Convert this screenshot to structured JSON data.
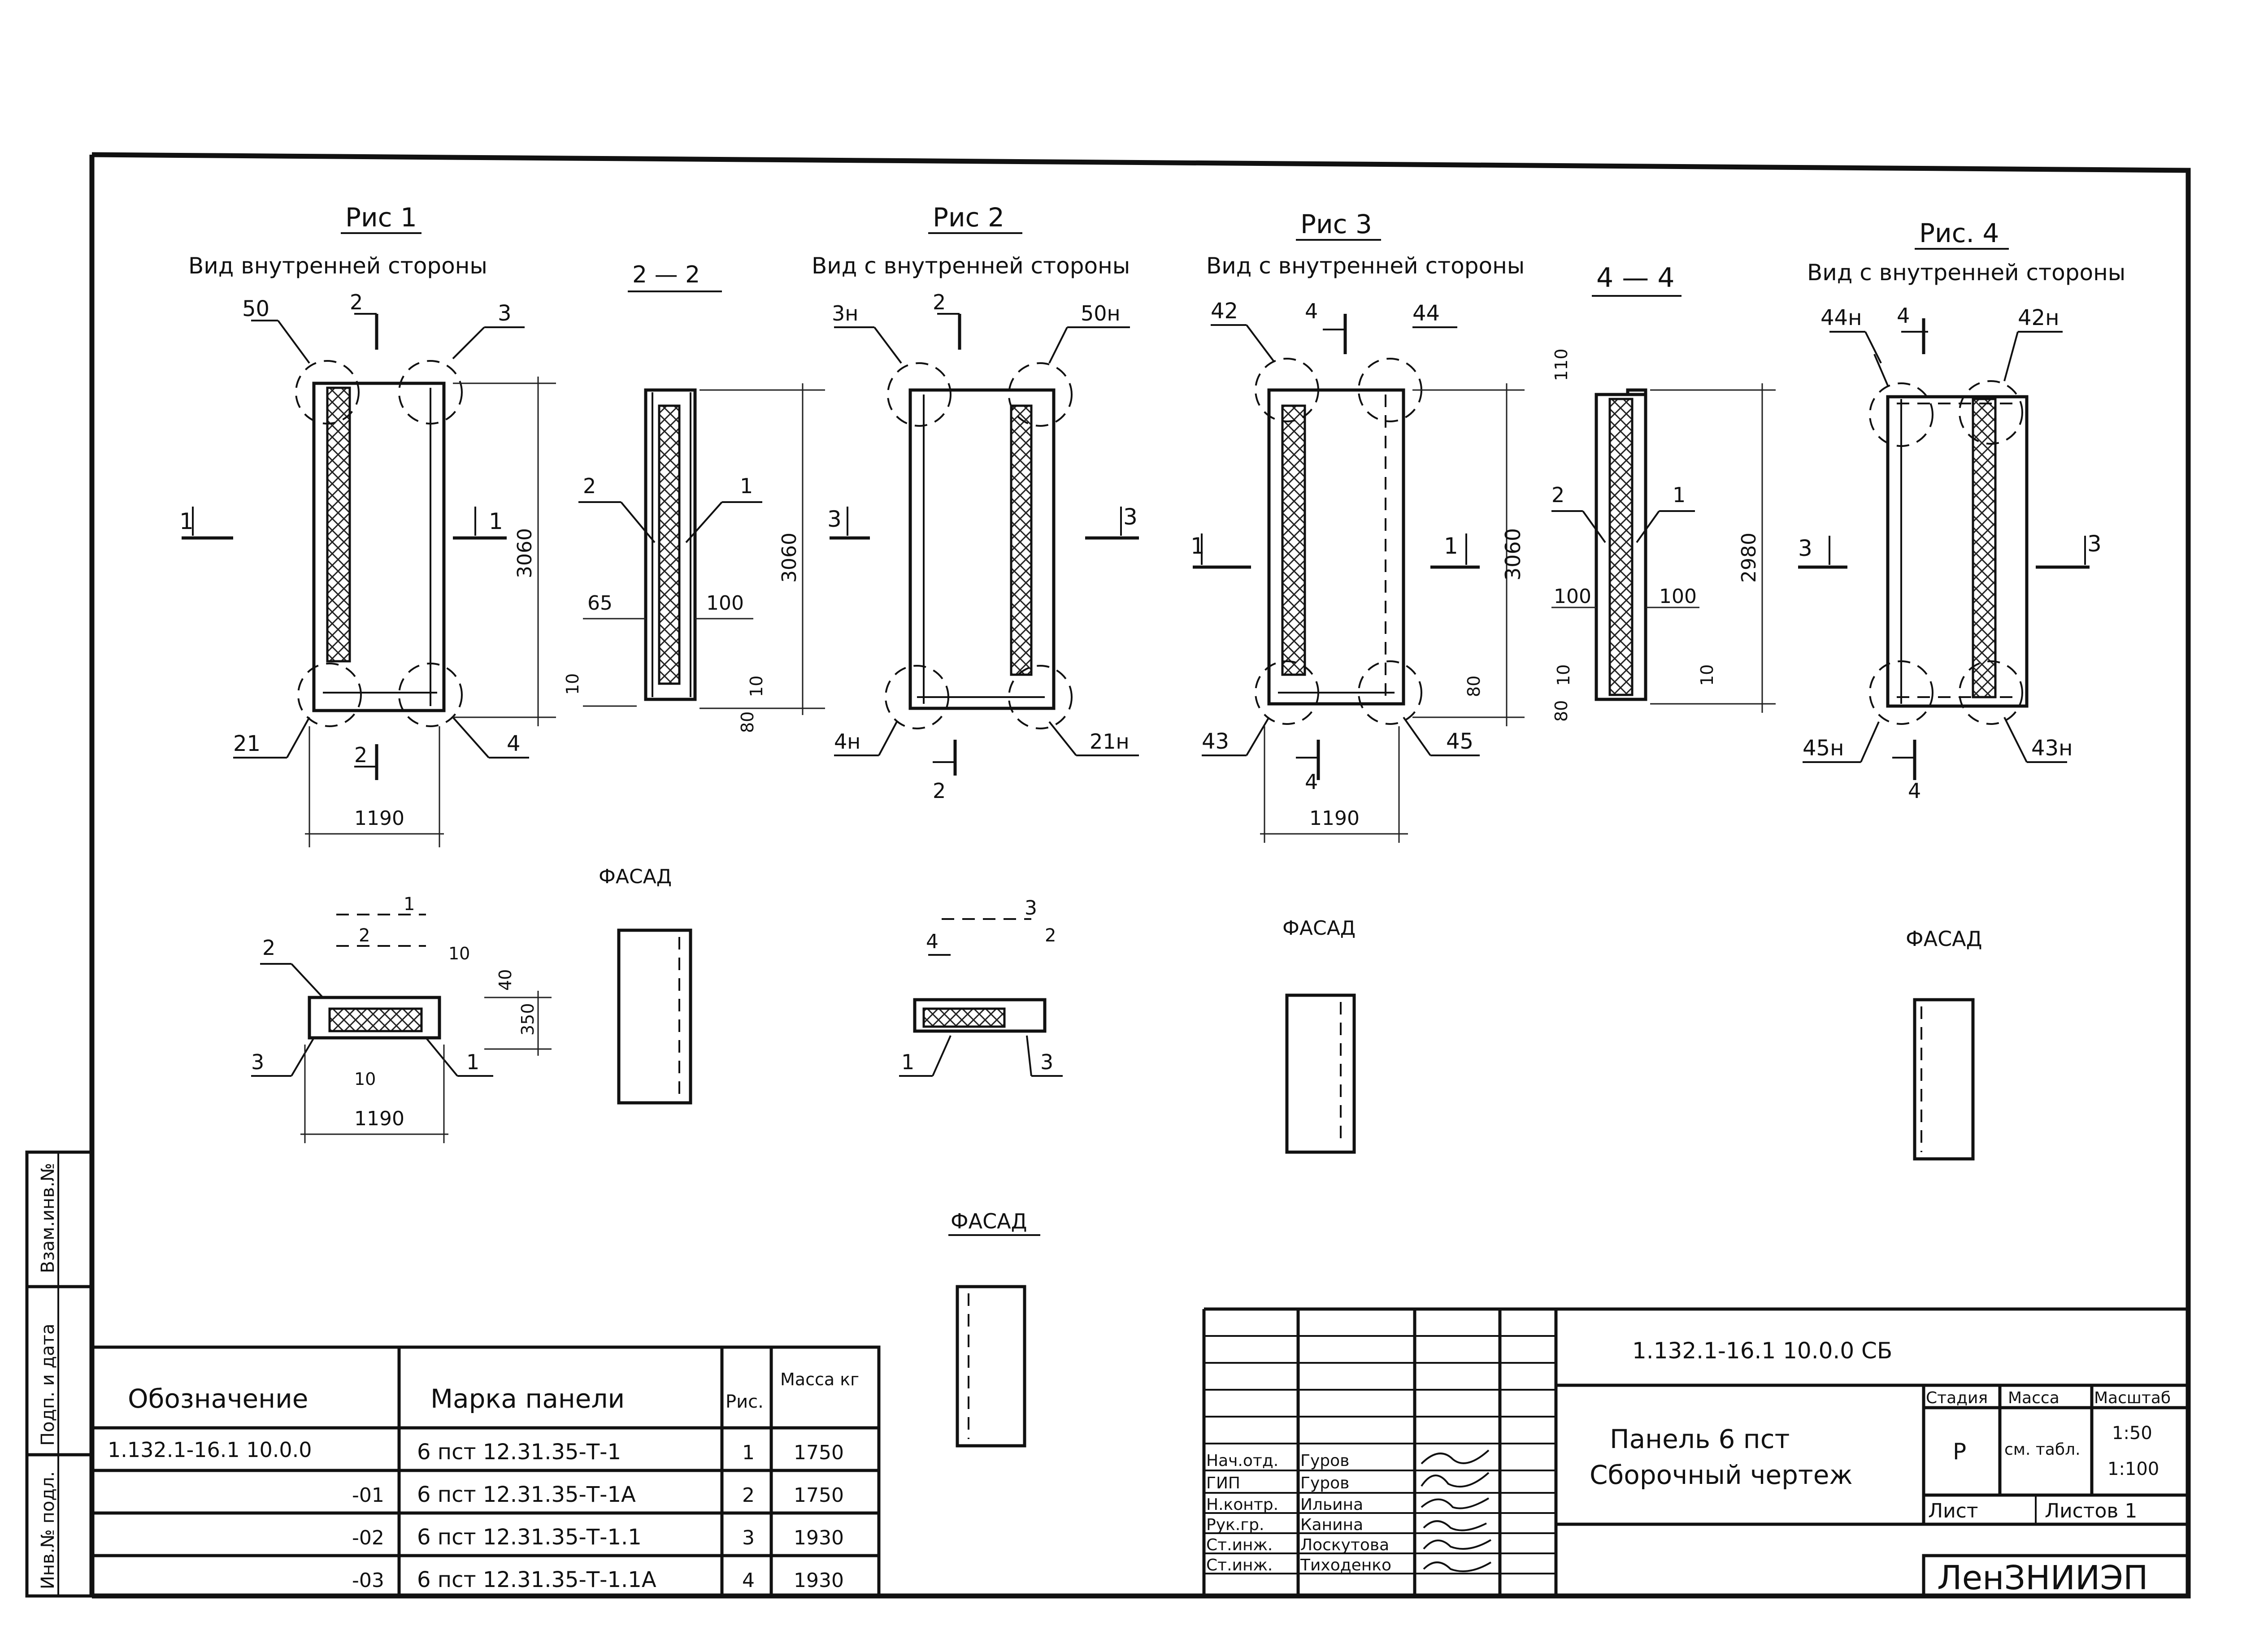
{
  "figures": {
    "fig1": {
      "title": "Рис 1",
      "subtitle": "Вид внутренней стороны",
      "callouts": {
        "tl": "50",
        "tr": "3",
        "bl": "21",
        "br": "4"
      },
      "sec_top": "2",
      "sec_bot": "2",
      "cut_left": "1",
      "cut_right": "1",
      "dim_height": "3060",
      "dim_width": "1190"
    },
    "sec22": {
      "title": "2 — 2",
      "lbl_a": "2",
      "lbl_b": "1",
      "dim_left": "65",
      "dim_right": "100",
      "dim_height": "3060",
      "dim_bot_a": "10",
      "dim_bot_b": "10",
      "dim_bot_c": "80"
    },
    "fig2": {
      "title": "Рис 2",
      "subtitle": "Вид с внутренней стороны",
      "callouts": {
        "tl": "3н",
        "tr": "50н",
        "bl": "4н",
        "br": "21н"
      },
      "sec_top": "2",
      "sec_bot": "2",
      "cut_left": "3",
      "cut_right": "3"
    },
    "fig3": {
      "title": "Рис 3",
      "subtitle": "Вид с внутренней стороны",
      "callouts": {
        "tl": "42",
        "tr": "44",
        "bl": "43",
        "br": "45"
      },
      "sec_top": "4",
      "sec_bot": "4",
      "cut_left": "1",
      "cut_right": "1",
      "dim_height": "3060",
      "dim_width": "1190"
    },
    "sec44": {
      "title": "4 — 4",
      "lbl_a": "2",
      "lbl_b": "1",
      "dim_left": "100",
      "dim_right": "100",
      "dim_top": "110",
      "dim_height": "2980",
      "dim_bot_a": "10",
      "dim_bot_b": "10",
      "dim_bot_c": "80",
      "dim_bot_d": "80"
    },
    "fig4": {
      "title": "Рис. 4",
      "subtitle": "Вид с внутренней стороны",
      "callouts": {
        "tl": "44н",
        "tr": "42н",
        "bl": "45н",
        "br": "43н"
      },
      "sec_top": "4",
      "sec_bot": "4",
      "cut_left": "3",
      "cut_right": "3"
    }
  },
  "plans": {
    "plan1": {
      "top_a": "1",
      "top_b": "2",
      "lbl_a": "2",
      "lbl_b": "3",
      "lbl_c": "1",
      "dim_a": "10",
      "dim_b": "40",
      "dim_c": "350",
      "dim_d": "10",
      "dim_width": "1190"
    },
    "plan2": {
      "top_a": "4",
      "top_b": "3",
      "top_c": "2",
      "lbl_a": "1",
      "lbl_b": "3"
    }
  },
  "facades": {
    "f1": "ФАСАД",
    "f2": "ФАСАД",
    "f3": "ФАСАД",
    "f4": "ФАСАД"
  },
  "side_stamp": [
    "Взам.инв.№",
    "Подп. и дата",
    "Инв.№ подл."
  ],
  "spec_table": {
    "headers": [
      "Обозначение",
      "Марка панели",
      "Рис.",
      "Масса кг"
    ],
    "rows": [
      [
        "1.132.1-16.1 10.0.0",
        "6 пст 12.31.35-Т-1",
        "1",
        "1750"
      ],
      [
        "-01",
        "6 пст 12.31.35-Т-1А",
        "2",
        "1750"
      ],
      [
        "-02",
        "6 пст 12.31.35-Т-1.1",
        "3",
        "1930"
      ],
      [
        "-03",
        "6 пст 12.31.35-Т-1.1А",
        "4",
        "1930"
      ]
    ]
  },
  "title_block": {
    "doc_code": "1.132.1-16.1 10.0.0 СБ",
    "title_line1": "Панель 6 пст",
    "title_line2": "Сборочный чертеж",
    "stage_header": "Стадия",
    "mass_header": "Масса",
    "scale_header": "Масштаб",
    "stage": "Р",
    "mass": "см. табл.",
    "scale1": "1:50",
    "scale2": "1:100",
    "sheet_label": "Лист",
    "sheets_label": "Листов 1",
    "org": "ЛенЗНИИЭП",
    "staff": [
      {
        "role": "Нач.отд.",
        "name": "Гуров"
      },
      {
        "role": "ГИП",
        "name": "Гуров"
      },
      {
        "role": "Н.контр.",
        "name": "Ильина"
      },
      {
        "role": "Рук.гр.",
        "name": "Канина"
      },
      {
        "role": "Ст.инж.",
        "name": "Лоскутова"
      },
      {
        "role": "Ст.инж.",
        "name": "Тиходенко"
      }
    ]
  }
}
